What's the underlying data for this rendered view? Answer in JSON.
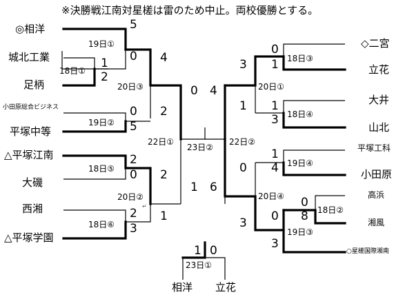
{
  "title": "※決勝戦江南対星槎は雷のため中止。両校優勝とする。",
  "left_teams": [
    "◎相洋",
    "城北工業",
    "足柄",
    "小田原総合ビジネス",
    "平塚中等",
    "△平塚江南",
    "大磯",
    "西湘",
    "△平塚学園"
  ],
  "right_teams": [
    "◇二宮",
    "立花",
    "大井",
    "山北",
    "平塚工科",
    "小田原",
    "高浜",
    "湘風",
    "○星槎国際湘南"
  ],
  "dates": {
    "l_18_1": "18日①",
    "l_19_1": "19日①",
    "l_19_2": "19日②",
    "l_18_5": "18日⑤",
    "l_18_6": "18日⑥",
    "l_20_3": "20日③",
    "l_20_2": "20日②",
    "l_22_1": "22日①",
    "final": "23日②",
    "r_18_3": "18日③",
    "r_18_4": "18日④",
    "r_20_1": "20日①",
    "r_19_4": "19日④",
    "r_18_2": "18日②",
    "r_19_3": "19日③",
    "r_20_4": "20日④",
    "r_22_2": "22日②",
    "extra": "23日①"
  },
  "scores": {
    "l_r1_sakae": "1",
    "l_r1_ashi": "2",
    "l_r2_soyo": "5",
    "l_r2_jobo": "0",
    "l_r2_odaw": "0",
    "l_r2_hchu": "5",
    "l_r2_ekou": "2",
    "l_r2_iso": "0",
    "l_r2_nish": "2",
    "l_r2_hgak": "3",
    "l_qf_top": "4",
    "l_qf_mid": "2",
    "l_qf_ekou": "2",
    "l_qf_hgak": "1",
    "l_sf_top": "0",
    "l_sf_bot": "1",
    "r_r2_nino": "0",
    "r_r2_tach": "1",
    "r_r2_ooi": "1",
    "r_r2_yama": "3",
    "r_r2_hkou": "1",
    "r_r2_odaw": "4",
    "r_r1_taka": "0",
    "r_r1_shof": "8",
    "r_r2_sei": "3",
    "r_qf_top": "3",
    "r_qf_mid": "1",
    "r_qf_19_4": "0",
    "r_qf_low": "0",
    "r_qf_bot": "3",
    "r_sf_top": "4",
    "r_sf_bot": "6",
    "extra_l": "1",
    "extra_r": "0"
  },
  "extra_teams": [
    "相洋",
    "立花"
  ],
  "mark": "↵"
}
